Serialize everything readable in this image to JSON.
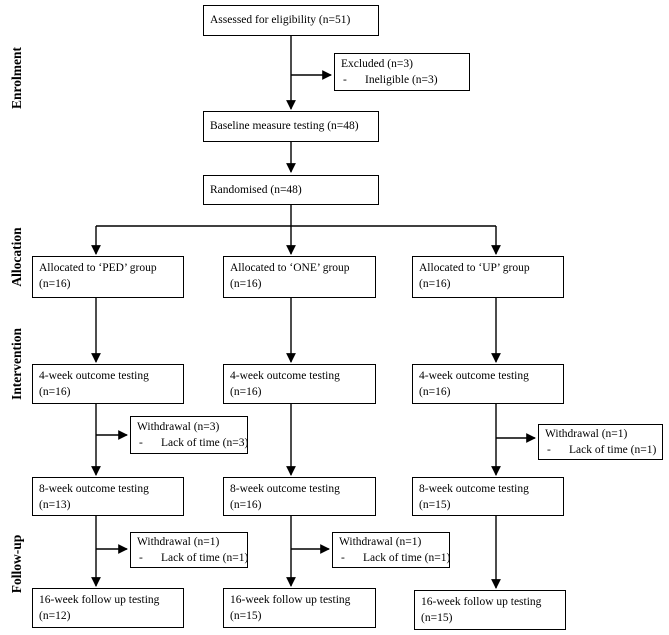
{
  "stages": {
    "enrolment": "Enrolment",
    "allocation": "Allocation",
    "intervention": "Intervention",
    "follow_up": "Follow-up"
  },
  "assessed": "Assessed for eligibility (n=51)",
  "excluded": {
    "title": "Excluded (n=3)",
    "dash": "-",
    "reason": "Ineligible (n=3)"
  },
  "baseline": "Baseline measure testing (n=48)",
  "randomised": "Randomised (n=48)",
  "groups": [
    {
      "allocated": "Allocated to ‘PED’ group",
      "allocated_n": "(n=16)",
      "week4": "4-week outcome testing",
      "week4_n": "(n=16)",
      "withdrawal_1": {
        "title": "Withdrawal (n=3)",
        "dash": "-",
        "reason": "Lack of time (n=3)"
      },
      "week8": "8-week outcome testing",
      "week8_n": "(n=13)",
      "withdrawal_2": {
        "title": "Withdrawal (n=1)",
        "dash": "-",
        "reason": "Lack of time (n=1)"
      },
      "week16": "16-week follow up testing",
      "week16_n": "(n=12)"
    },
    {
      "allocated": "Allocated to ‘ONE’ group",
      "allocated_n": "(n=16)",
      "week4": "4-week outcome testing",
      "week4_n": "(n=16)",
      "week8": "8-week outcome testing",
      "week8_n": "(n=16)",
      "withdrawal_2": {
        "title": "Withdrawal (n=1)",
        "dash": "-",
        "reason": "Lack of time (n=1)"
      },
      "week16": "16-week follow up testing",
      "week16_n": "(n=15)"
    },
    {
      "allocated": "Allocated to ‘UP’ group",
      "allocated_n": "(n=16)",
      "week4": "4-week outcome testing",
      "week4_n": "(n=16)",
      "withdrawal_1": {
        "title": "Withdrawal (n=1)",
        "dash": "-",
        "reason": "Lack of time (n=1)"
      },
      "week8": "8-week outcome testing",
      "week8_n": "(n=15)",
      "week16": "16-week follow up testing",
      "week16_n": "(n=15)"
    }
  ]
}
